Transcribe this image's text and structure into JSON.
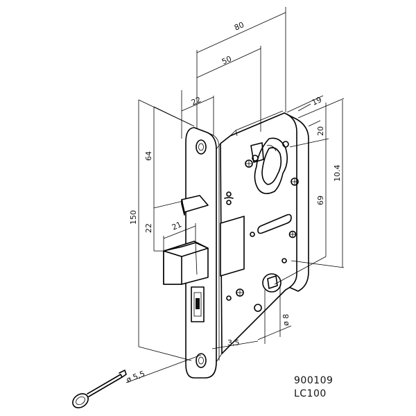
{
  "dimensions": {
    "d80": "80",
    "d50": "50",
    "d22_top": "22",
    "d19": "19",
    "d20": "20",
    "d64": "64",
    "d150": "150",
    "d104": "10.4",
    "d69": "69",
    "d22_mid": "22",
    "d21": "21",
    "d8": "ø 8",
    "d35": "3,5",
    "d55": "ø 5,5"
  },
  "product": {
    "number": "900109",
    "model": "LC100"
  }
}
